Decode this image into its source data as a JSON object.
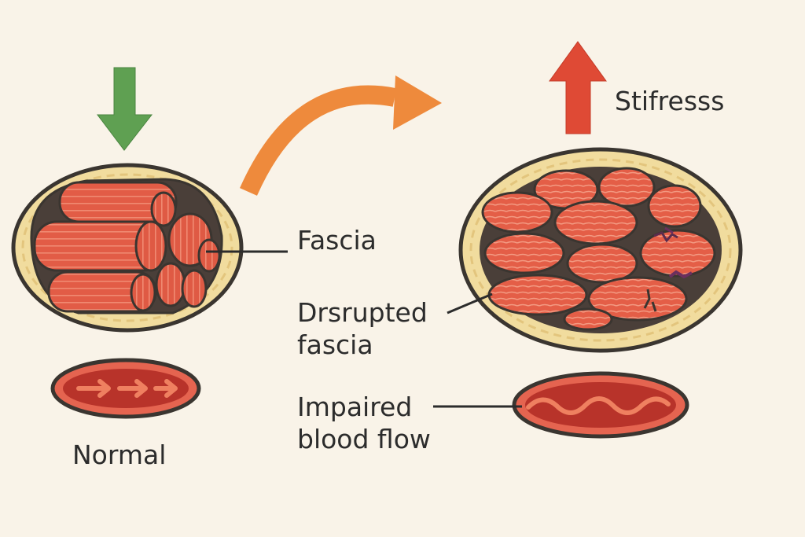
{
  "labels": {
    "stiffness": "Stifresss",
    "fascia": "Fascia",
    "disrupted": {
      "line1": "Drsrupted",
      "line2": "fascia"
    },
    "impaired": {
      "line1": "Impaired",
      "line2": "blood flow"
    },
    "normal": "Normal"
  },
  "icons": {
    "down_arrow": "arrow-down-icon",
    "up_arrow": "arrow-up-icon",
    "curved_arrow": "curved-arrow-icon",
    "flow_arrows": "chevron-right-icon"
  },
  "colors": {
    "background": "#f9f3e8",
    "outline": "#3a3530",
    "fascia_fill": "#f1dc9e",
    "muscle": "#e15a45",
    "muscle_dark": "#b93a2a",
    "green_arrow": "#5fa052",
    "orange_arrow": "#ee8a3c",
    "red_arrow": "#df4a35",
    "vessel_inner": "#b8332a"
  }
}
